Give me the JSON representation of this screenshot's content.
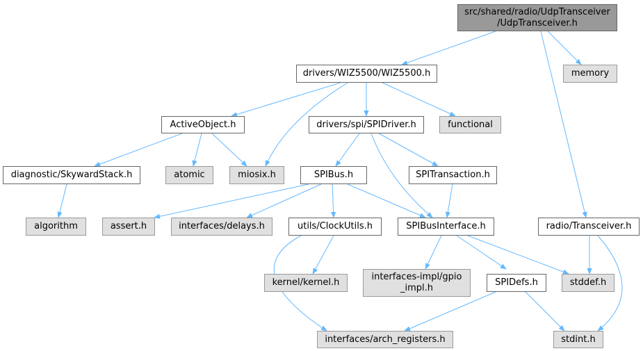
{
  "nodes": {
    "root": [
      "src/shared/radio/UdpTransceiver",
      "/UdpTransceiver.h"
    ],
    "wiz": "drivers/WIZ5500/WIZ5500.h",
    "memory": "memory",
    "activeobject": "ActiveObject.h",
    "spidriver": "drivers/spi/SPIDriver.h",
    "functional": "functional",
    "skyward": "diagnostic/SkywardStack.h",
    "atomic": "atomic",
    "miosix": "miosix.h",
    "spibus": "SPIBus.h",
    "spitransaction": "SPITransaction.h",
    "algorithm": "algorithm",
    "assert": "assert.h",
    "delays": "interfaces/delays.h",
    "clockutils": "utils/ClockUtils.h",
    "spibusinterface": "SPIBusInterface.h",
    "transceiver": "radio/Transceiver.h",
    "gpio": [
      "interfaces-impl/gpio",
      "_impl.h"
    ],
    "kernel": "kernel/kernel.h",
    "spidefs": "SPIDefs.h",
    "stddef": "stddef.h",
    "arch": "interfaces/arch_registers.h",
    "stdint": "stdint.h"
  },
  "colors": {
    "edge": "#63b8ff",
    "root_fill": "#999999",
    "external_fill": "#e0e0e0",
    "file_fill": "#ffffff"
  }
}
